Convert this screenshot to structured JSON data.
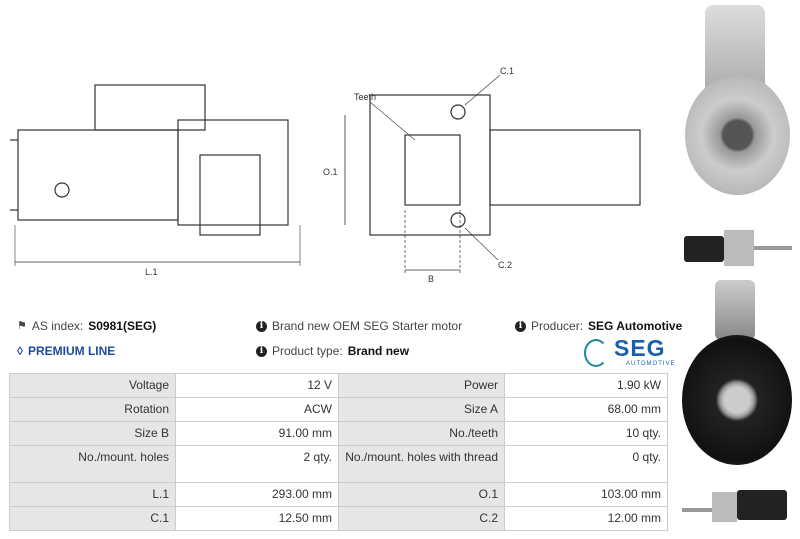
{
  "diagram": {
    "l1": "L.1",
    "o1": "O.1",
    "b": "B",
    "c1": "C.1",
    "c2": "C.2",
    "teeth": "Teeth"
  },
  "info": {
    "as_index_label": "AS index:",
    "as_index_value": "S0981(SEG)",
    "premium": "PREMIUM LINE",
    "description": "Brand new OEM SEG Starter motor",
    "product_type_label": "Product type:",
    "product_type_value": "Brand new",
    "producer_label": "Producer:",
    "producer_value": "SEG Automotive",
    "logo_text": "SEG",
    "logo_sub": "AUTOMOTIVE"
  },
  "specs": [
    [
      "Voltage",
      "12 V",
      "Power",
      "1.90 kW"
    ],
    [
      "Rotation",
      "ACW",
      "Size A",
      "68.00 mm"
    ],
    [
      "Size B",
      "91.00 mm",
      "No./teeth",
      "10 qty."
    ],
    [
      "No./mount. holes",
      "2 qty.",
      "No./mount. holes with thread",
      "0 qty."
    ],
    [
      "L.1",
      "293.00 mm",
      "O.1",
      "103.00 mm"
    ],
    [
      "C.1",
      "12.50 mm",
      "C.2",
      "12.00 mm"
    ]
  ],
  "colors": {
    "premium": "#1f4a9c",
    "logo": "#1a5fa8"
  }
}
